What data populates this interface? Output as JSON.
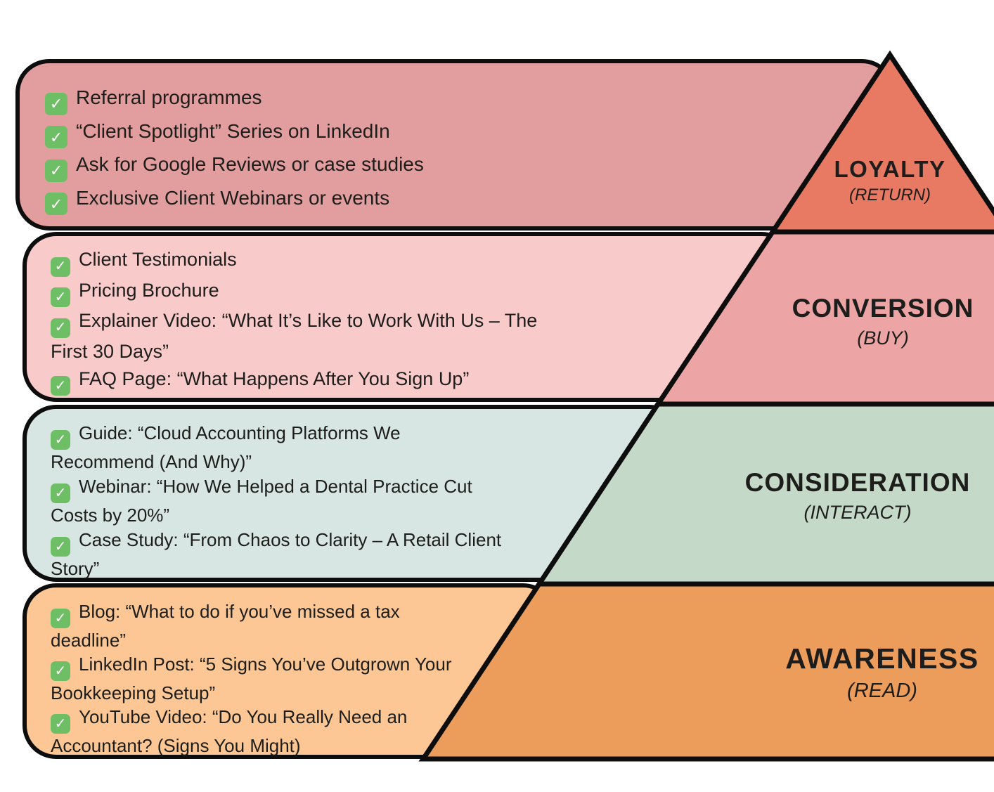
{
  "funnel": {
    "levels": [
      {
        "name": "LOYALTY",
        "action": "(RETURN)",
        "band_color": "#e87a64",
        "box_color": "#e29d9e",
        "items": [
          "Referral programmes",
          "“Client Spotlight” Series on LinkedIn",
          "Ask for Google Reviews or case studies",
          "Exclusive Client Webinars or events"
        ]
      },
      {
        "name": "CONVERSION",
        "action": "(BUY)",
        "band_color": "#eca4a4",
        "box_color": "#f9caca",
        "items": [
          "Client Testimonials",
          "Pricing Brochure",
          "Explainer Video: “What It’s Like to Work With Us – The First 30 Days”",
          "FAQ Page: “What Happens After You Sign Up”"
        ]
      },
      {
        "name": "CONSIDERATION",
        "action": "(INTERACT)",
        "band_color": "#c5d9c8",
        "box_color": "#d7e6e2",
        "items": [
          "Guide: “Cloud Accounting Platforms We Recommend (And Why)”",
          "Webinar: “How We Helped a Dental Practice Cut Costs by 20%”",
          "Case Study: “From Chaos to Clarity – A Retail Client Story”"
        ]
      },
      {
        "name": "AWARENESS",
        "action": "(READ)",
        "band_color": "#ec9c5b",
        "box_color": "#fcc795",
        "items": [
          "Blog: “What to do if you’ve missed a tax deadline”",
          "LinkedIn Post: “5 Signs You’ve Outgrown Your Bookkeeping Setup”",
          "YouTube Video: “Do You Really Need an Accountant? (Signs You Might)"
        ]
      }
    ]
  },
  "icons": {
    "check": "✓"
  },
  "colors": {
    "check_green": "#6dbe65",
    "outline": "#0d0d0d",
    "text": "#1d1d1b",
    "background": "#ffffff"
  }
}
